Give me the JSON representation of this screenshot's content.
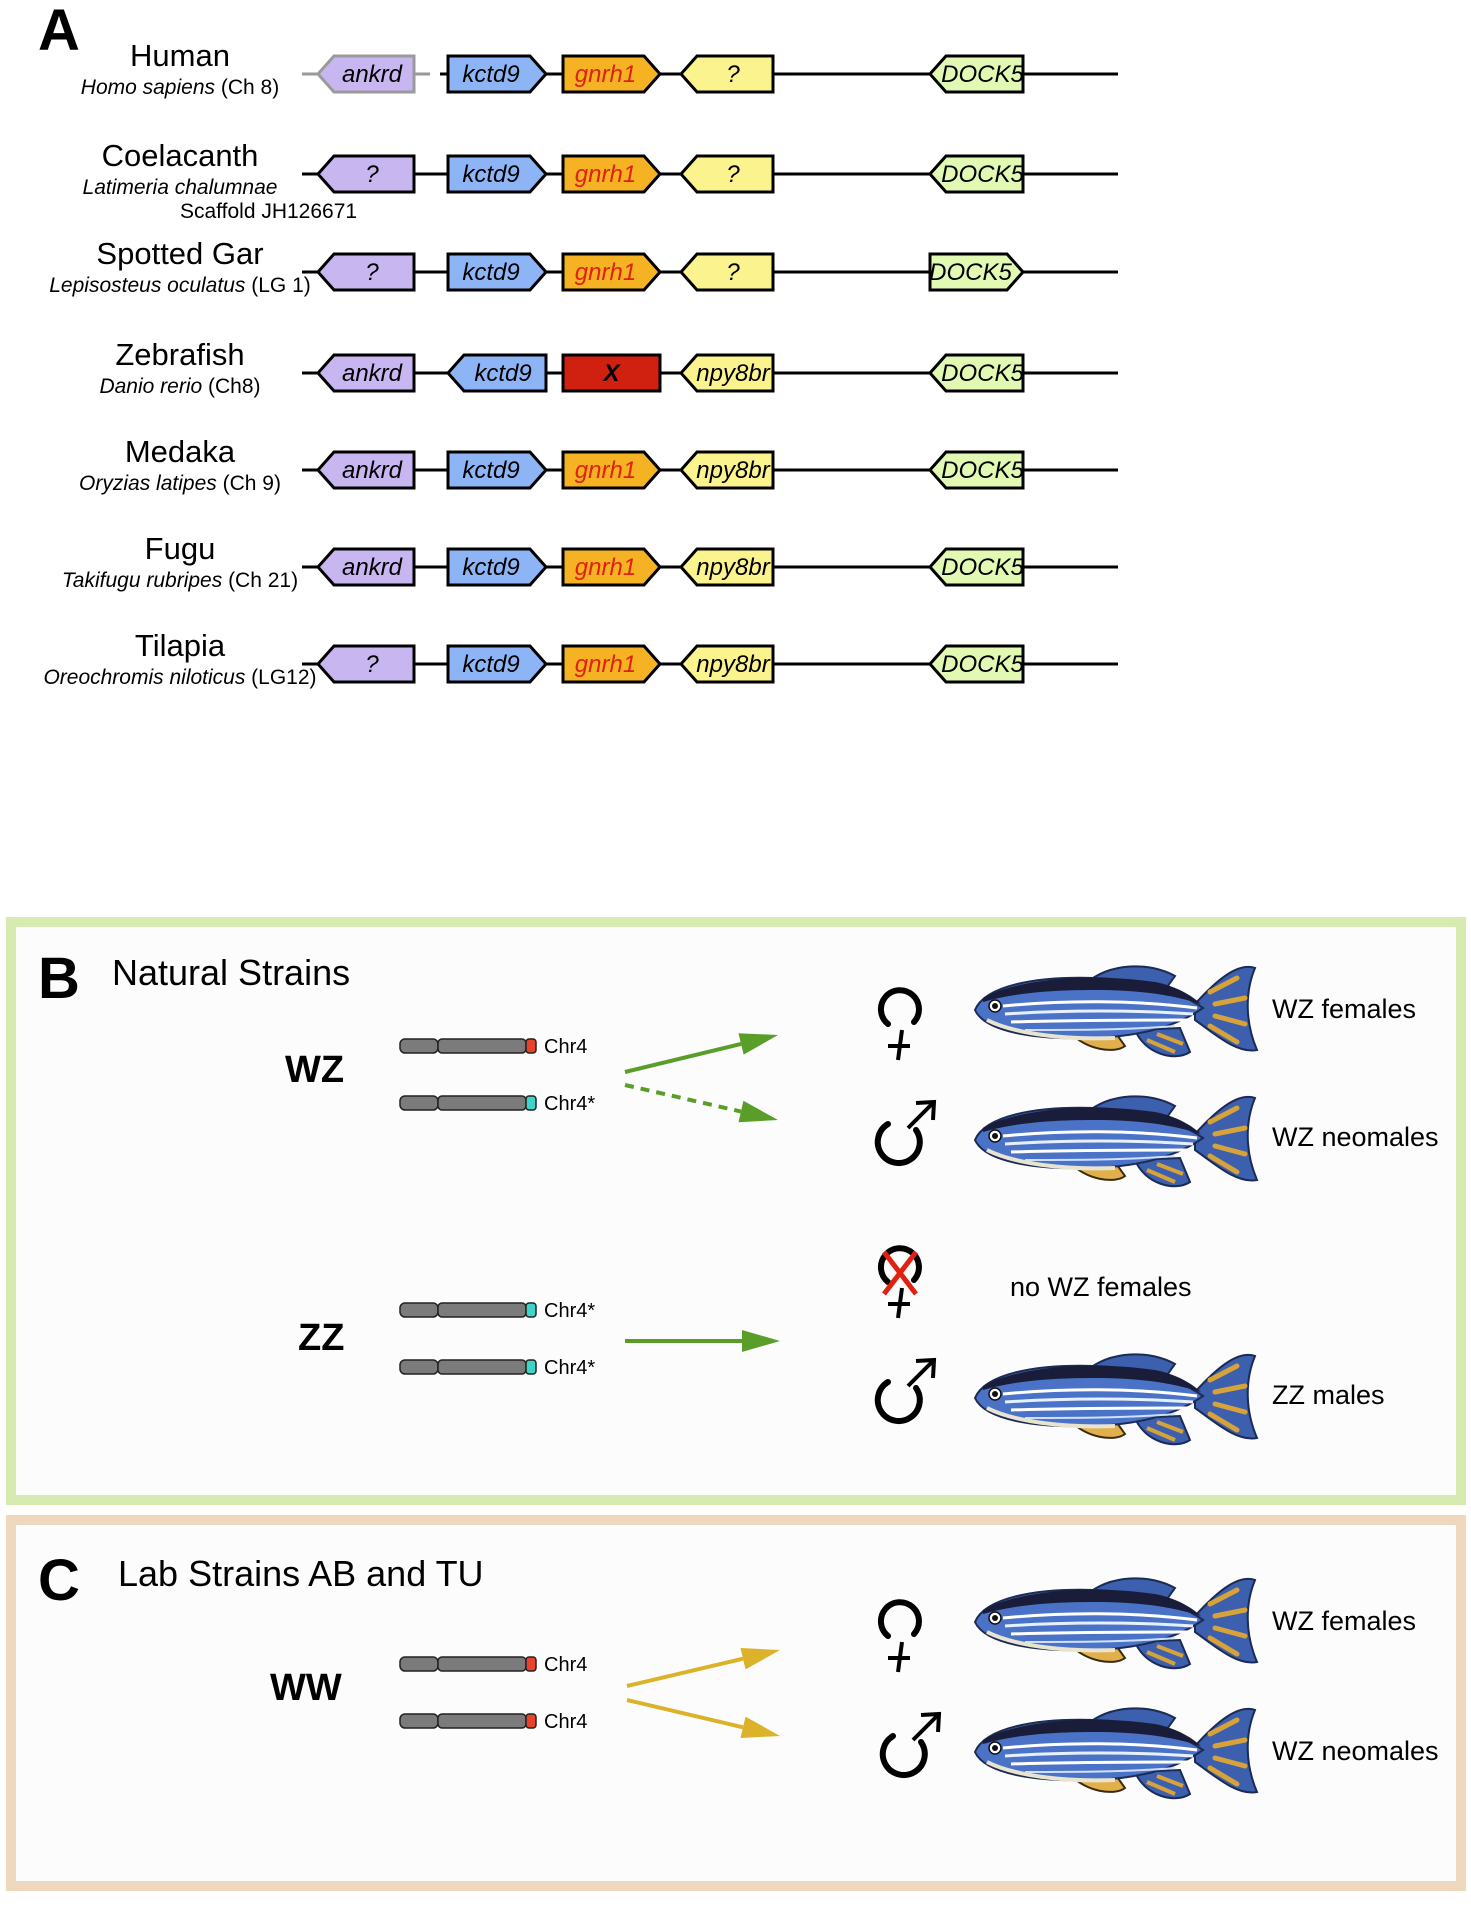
{
  "panel_a": {
    "letter": "A",
    "species": [
      {
        "common": "Human",
        "latin": "Homo sapiens",
        "loc": " (Ch 8)",
        "latin2": "",
        "genes": [
          {
            "label": "ankrd",
            "dir": "left",
            "color": "#c8b6f0",
            "grey": true
          },
          {
            "label": "kctd9",
            "dir": "right",
            "color": "#8db5f5"
          },
          {
            "label": "gnrh1",
            "dir": "right",
            "color": "#f5b324",
            "red_text": true
          },
          {
            "label": "?",
            "dir": "left",
            "color": "#fbf38e"
          },
          {
            "label": "DOCK5",
            "dir": "left",
            "color": "#e2f9b4"
          }
        ]
      },
      {
        "common": "Coelacanth",
        "latin": "Latimeria chalumnae",
        "loc": "",
        "latin2": "Scaffold JH126671",
        "genes": [
          {
            "label": "?",
            "dir": "left",
            "color": "#c8b6f0"
          },
          {
            "label": "kctd9",
            "dir": "right",
            "color": "#8db5f5"
          },
          {
            "label": "gnrh1",
            "dir": "right",
            "color": "#f5b324",
            "red_text": true
          },
          {
            "label": "?",
            "dir": "left",
            "color": "#fbf38e"
          },
          {
            "label": "DOCK5",
            "dir": "left",
            "color": "#e2f9b4"
          }
        ]
      },
      {
        "common": "Spotted Gar",
        "latin": "Lepisosteus oculatus",
        "loc": " (LG 1)",
        "latin2": "",
        "genes": [
          {
            "label": "?",
            "dir": "left",
            "color": "#c8b6f0"
          },
          {
            "label": "kctd9",
            "dir": "right",
            "color": "#8db5f5"
          },
          {
            "label": "gnrh1",
            "dir": "right",
            "color": "#f5b324",
            "red_text": true
          },
          {
            "label": "?",
            "dir": "left",
            "color": "#fbf38e"
          },
          {
            "label": "DOCK5",
            "dir": "right",
            "color": "#e2f9b4"
          }
        ]
      },
      {
        "common": "Zebrafish",
        "latin": "Danio rerio",
        "loc": " (Ch8)",
        "latin2": "",
        "genes": [
          {
            "label": "ankrd",
            "dir": "left",
            "color": "#c8b6f0"
          },
          {
            "label": "kctd9",
            "dir": "left",
            "color": "#8db5f5"
          },
          {
            "label": "X",
            "dir": "none",
            "color": "#d0200f",
            "lost": true
          },
          {
            "label": "npy8br",
            "dir": "left",
            "color": "#fbf38e"
          },
          {
            "label": "DOCK5",
            "dir": "left",
            "color": "#e2f9b4"
          }
        ]
      },
      {
        "common": "Medaka",
        "latin": "Oryzias latipes",
        "loc": " (Ch 9)",
        "latin2": "",
        "genes": [
          {
            "label": "ankrd",
            "dir": "left",
            "color": "#c8b6f0"
          },
          {
            "label": "kctd9",
            "dir": "right",
            "color": "#8db5f5"
          },
          {
            "label": "gnrh1",
            "dir": "right",
            "color": "#f5b324",
            "red_text": true
          },
          {
            "label": "npy8br",
            "dir": "left",
            "color": "#fbf38e"
          },
          {
            "label": "DOCK5",
            "dir": "left",
            "color": "#e2f9b4"
          }
        ]
      },
      {
        "common": "Fugu",
        "latin": "Takifugu rubripes",
        "loc": " (Ch 21)",
        "latin2": "",
        "genes": [
          {
            "label": "ankrd",
            "dir": "left",
            "color": "#c8b6f0"
          },
          {
            "label": "kctd9",
            "dir": "right",
            "color": "#8db5f5"
          },
          {
            "label": "gnrh1",
            "dir": "right",
            "color": "#f5b324",
            "red_text": true
          },
          {
            "label": "npy8br",
            "dir": "left",
            "color": "#fbf38e"
          },
          {
            "label": "DOCK5",
            "dir": "left",
            "color": "#e2f9b4"
          }
        ]
      },
      {
        "common": "Tilapia",
        "latin": "Oreochromis niloticus",
        "loc": " (LG12)",
        "latin2": "",
        "genes": [
          {
            "label": "?",
            "dir": "left",
            "color": "#c8b6f0"
          },
          {
            "label": "kctd9",
            "dir": "right",
            "color": "#8db5f5"
          },
          {
            "label": "gnrh1",
            "dir": "right",
            "color": "#f5b324",
            "red_text": true
          },
          {
            "label": "npy8br",
            "dir": "left",
            "color": "#fbf38e"
          },
          {
            "label": "DOCK5",
            "dir": "left",
            "color": "#e2f9b4"
          }
        ]
      }
    ]
  },
  "panel_b": {
    "letter": "B",
    "title": "Natural Strains",
    "border_color": "#d7eab0",
    "groups": [
      {
        "genotype": "WZ",
        "chromosomes": [
          {
            "label": "Chr4",
            "tip": "#e8412c"
          },
          {
            "label": "Chr4*",
            "tip": "#3fd4c9"
          }
        ],
        "arrows": [
          "solid",
          "dashed"
        ],
        "arrow_color": "#5a9e2a",
        "outcomes": [
          {
            "symbol": "female",
            "crossed": false,
            "fish": true,
            "label": "WZ females"
          },
          {
            "symbol": "male",
            "crossed": false,
            "fish": true,
            "label": "WZ neomales"
          }
        ]
      },
      {
        "genotype": "ZZ",
        "chromosomes": [
          {
            "label": "Chr4*",
            "tip": "#3fd4c9"
          },
          {
            "label": "Chr4*",
            "tip": "#3fd4c9"
          }
        ],
        "arrows": [
          "single"
        ],
        "arrow_color": "#5a9e2a",
        "outcomes": [
          {
            "symbol": "female",
            "crossed": true,
            "fish": false,
            "label": "no WZ females"
          },
          {
            "symbol": "male",
            "crossed": false,
            "fish": true,
            "label": "ZZ males"
          }
        ]
      }
    ]
  },
  "panel_c": {
    "letter": "C",
    "title": "Lab Strains AB and TU",
    "border_color": "#efd8bd",
    "groups": [
      {
        "genotype": "WW",
        "chromosomes": [
          {
            "label": "Chr4",
            "tip": "#e8412c"
          },
          {
            "label": "Chr4",
            "tip": "#e8412c"
          }
        ],
        "arrows": [
          "solid",
          "solid"
        ],
        "arrow_color": "#dcb22a",
        "outcomes": [
          {
            "symbol": "female",
            "crossed": false,
            "fish": true,
            "label": "WZ females"
          },
          {
            "symbol": "male",
            "crossed": false,
            "fish": true,
            "label": "WZ neomales"
          }
        ]
      }
    ]
  }
}
